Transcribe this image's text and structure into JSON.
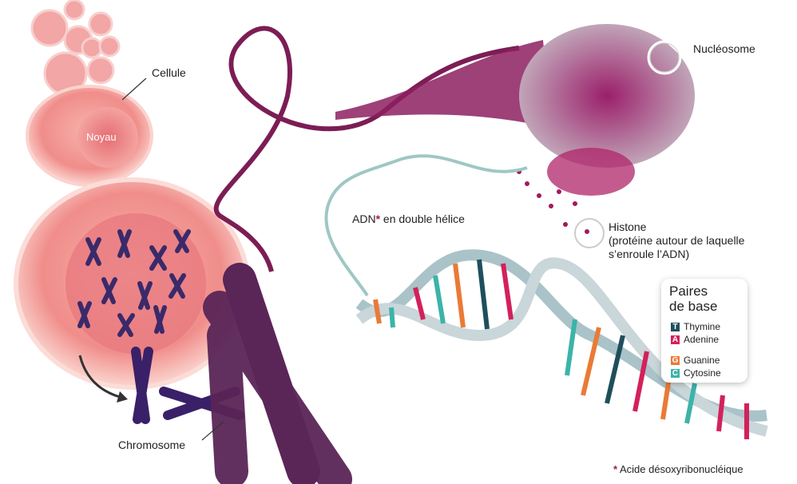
{
  "labels": {
    "cellule": "Cellule",
    "noyau": "Noyau",
    "chromosome": "Chromosome",
    "adn_prefix": "ADN",
    "adn_star": "*",
    "adn_suffix": " en double hélice",
    "nucleosome": "Nucléosome",
    "histone": "Histone",
    "histone_desc_1": "(protéine autour de laquelle",
    "histone_desc_2": "s’enroule l’ADN)",
    "footnote_star": "*",
    "footnote": " Acide désoxyribonucléique"
  },
  "legend": {
    "title_1": "Paires",
    "title_2": "de base",
    "items": [
      {
        "letter": "T",
        "name": "Thymine",
        "color": "#1f4f5c"
      },
      {
        "letter": "A",
        "name": "Adenine",
        "color": "#d3215b"
      },
      {
        "letter": "G",
        "name": "Guanine",
        "color": "#ea7a36"
      },
      {
        "letter": "C",
        "name": "Cytosine",
        "color": "#3cb3aa"
      }
    ]
  },
  "colors": {
    "dna_purple": "#7c1d55",
    "chromatin": "#b0246a",
    "cell": "#f09a98"
  }
}
